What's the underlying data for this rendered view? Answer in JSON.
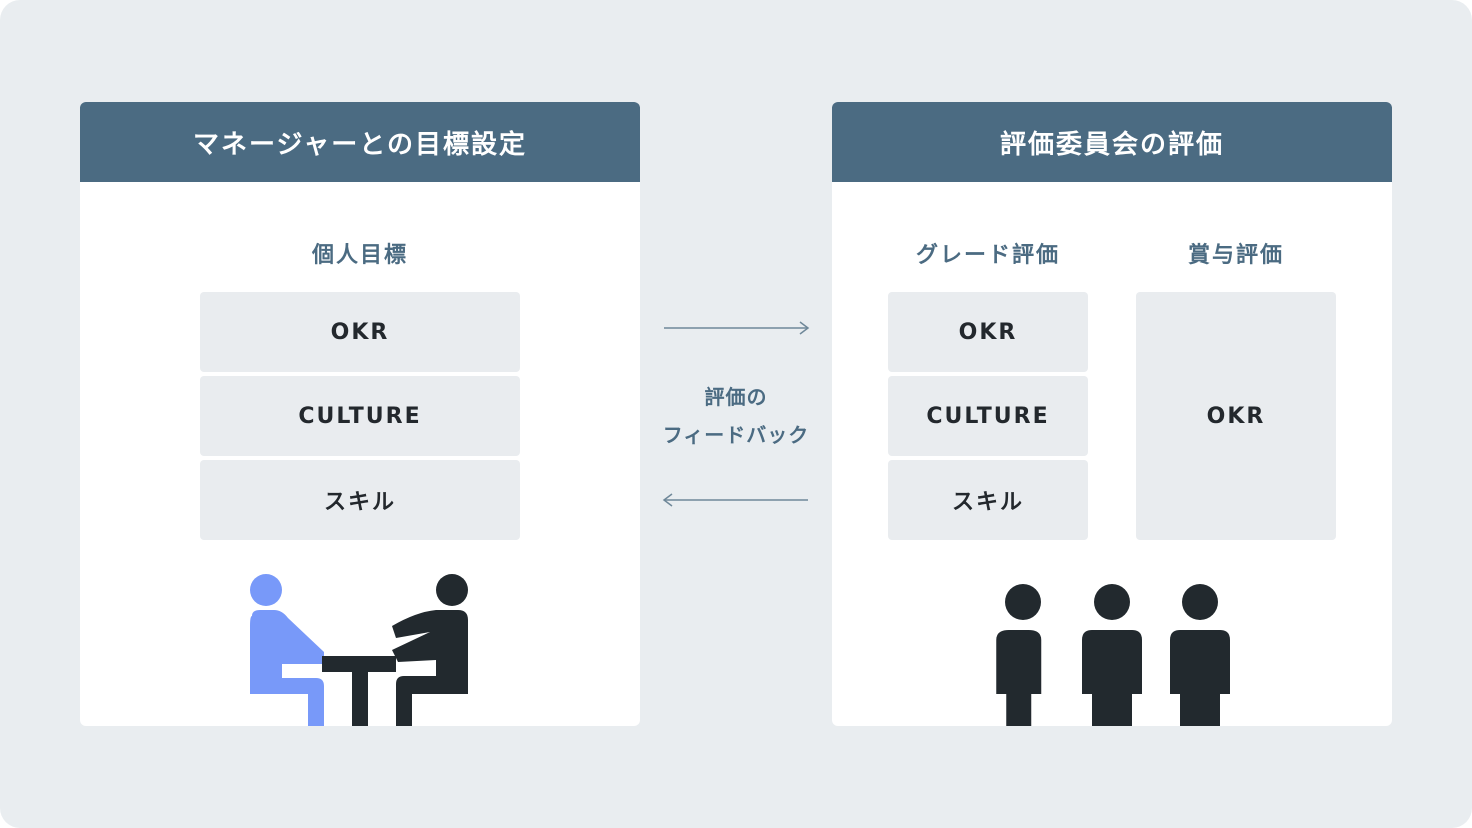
{
  "left_card": {
    "title": "マネージャーとの目標設定",
    "section_title": "個人目標",
    "items": [
      "OKR",
      "CULTURE",
      "スキル"
    ]
  },
  "middle": {
    "label_line1": "評価の",
    "label_line2": "フィードバック"
  },
  "right_card": {
    "title": "評価委員会の評価",
    "grade": {
      "title": "グレード評価",
      "items": [
        "OKR",
        "CULTURE",
        "スキル"
      ]
    },
    "bonus": {
      "title": "賞与評価",
      "item": "OKR"
    }
  },
  "colors": {
    "background": "#e9edf0",
    "header": "#4b6b82",
    "box": "#e9ecef",
    "dark": "#22292e",
    "accent_person": "#7899f9"
  },
  "icons": {
    "meeting": "two-people-meeting-at-table-icon",
    "committee": "three-people-group-icon",
    "arrow_right": "arrow-right-icon",
    "arrow_left": "arrow-left-icon"
  }
}
